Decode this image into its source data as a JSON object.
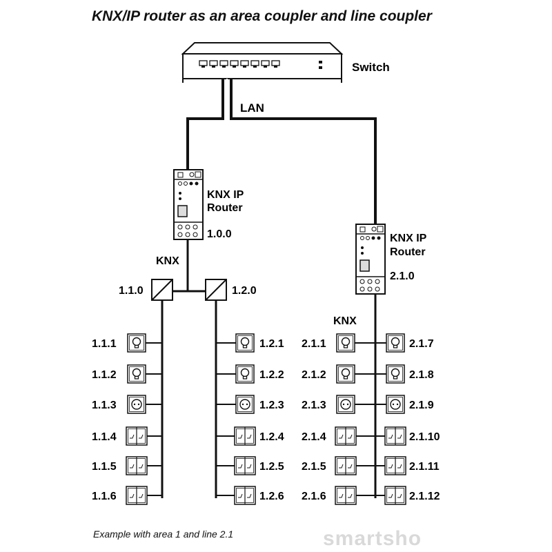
{
  "title": "KNX/IP router as an area coupler and line coupler",
  "switch_label": "Switch",
  "lan_label": "LAN",
  "routers": [
    {
      "name": "KNX IP\nRouter",
      "line1": "KNX IP",
      "line2": "Router",
      "address": "1.0.0"
    },
    {
      "name": "KNX IP\nRouter",
      "line1": "KNX IP",
      "line2": "Router",
      "address": "2.1.0"
    }
  ],
  "knx_labels": [
    "KNX",
    "KNX"
  ],
  "line_couplers": [
    "1.1.0",
    "1.2.0"
  ],
  "lines": [
    {
      "devices": [
        {
          "addr": "1.1.1",
          "type": "lamp"
        },
        {
          "addr": "1.1.2",
          "type": "lamp"
        },
        {
          "addr": "1.1.3",
          "type": "socket"
        },
        {
          "addr": "1.1.4",
          "type": "switch"
        },
        {
          "addr": "1.1.5",
          "type": "switch"
        },
        {
          "addr": "1.1.6",
          "type": "switch"
        }
      ]
    },
    {
      "devices": [
        {
          "addr": "1.2.1",
          "type": "lamp"
        },
        {
          "addr": "1.2.2",
          "type": "lamp"
        },
        {
          "addr": "1.2.3",
          "type": "socket"
        },
        {
          "addr": "1.2.4",
          "type": "switch"
        },
        {
          "addr": "1.2.5",
          "type": "switch"
        },
        {
          "addr": "1.2.6",
          "type": "switch"
        }
      ]
    },
    {
      "devices": [
        {
          "addr": "2.1.1",
          "type": "lamp"
        },
        {
          "addr": "2.1.2",
          "type": "lamp"
        },
        {
          "addr": "2.1.3",
          "type": "socket"
        },
        {
          "addr": "2.1.4",
          "type": "switch"
        },
        {
          "addr": "2.1.5",
          "type": "switch"
        },
        {
          "addr": "2.1.6",
          "type": "switch"
        }
      ]
    },
    {
      "devices": [
        {
          "addr": "2.1.7",
          "type": "lamp"
        },
        {
          "addr": "2.1.8",
          "type": "lamp"
        },
        {
          "addr": "2.1.9",
          "type": "socket"
        },
        {
          "addr": "2.1.10",
          "type": "switch"
        },
        {
          "addr": "2.1.11",
          "type": "switch"
        },
        {
          "addr": "2.1.12",
          "type": "switch"
        }
      ]
    }
  ],
  "caption": "Example with area 1 and line 2.1",
  "watermark": "smartsho"
}
